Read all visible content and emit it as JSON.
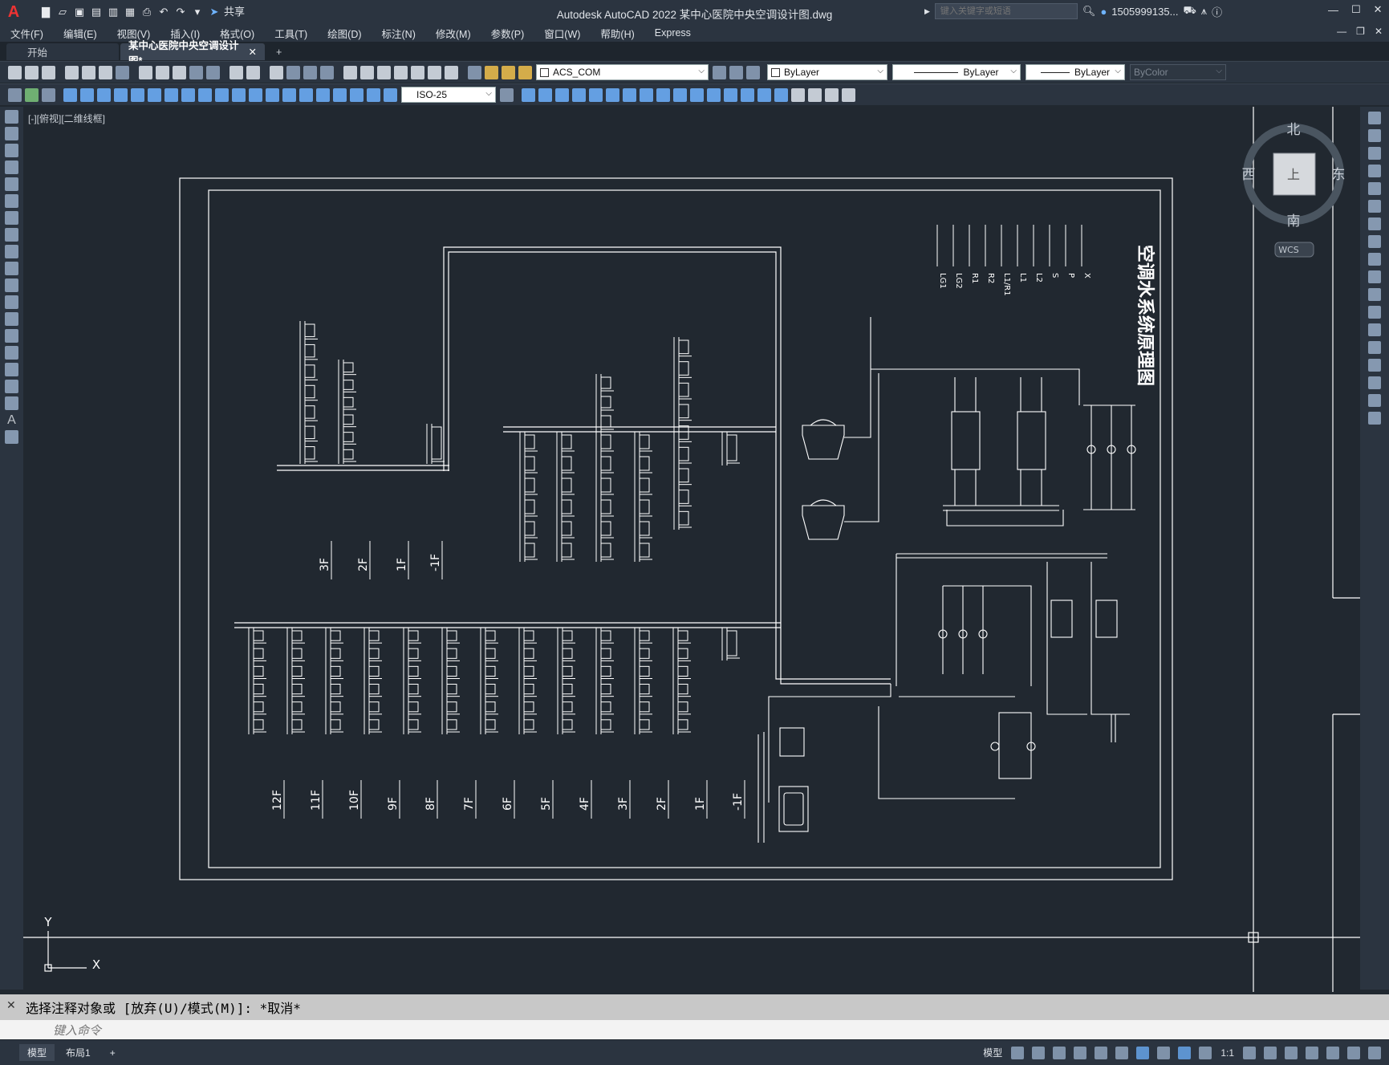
{
  "app": {
    "title": "Autodesk AutoCAD 2022    某中心医院中央空调设计图.dwg",
    "share_label": "共享",
    "search_placeholder": "键入关键字或短语",
    "user": "1505999135...",
    "logo": "A"
  },
  "menu": [
    "文件(F)",
    "编辑(E)",
    "视图(V)",
    "插入(I)",
    "格式(O)",
    "工具(T)",
    "绘图(D)",
    "标注(N)",
    "修改(M)",
    "参数(P)",
    "窗口(W)",
    "帮助(H)",
    "Express"
  ],
  "tabs": [
    {
      "label": "开始",
      "active": false
    },
    {
      "label": "某中心医院中央空调设计图*",
      "active": true
    }
  ],
  "toolbar": {
    "layer": "ACS_COM",
    "color": "ByLayer",
    "linetype": "ByLayer",
    "lineweight": "ByLayer",
    "plotstyle": "ByColor",
    "dimstyle": "ISO-25"
  },
  "viewport_label": "[-][俯视][二维线框]",
  "viewcube": {
    "north": "北",
    "south": "南",
    "east": "东",
    "west": "西",
    "top": "上",
    "wcs": "WCS"
  },
  "drawing": {
    "title": "空调水系统原理图",
    "legend": [
      "LG1",
      "LG2",
      "R1",
      "R2",
      "L1/R1",
      "L1",
      "L2",
      "S",
      "P",
      "X"
    ],
    "upper_floors": [
      "3F",
      "2F",
      "1F",
      "-1F"
    ],
    "lower_floors": [
      "12F",
      "11F",
      "10F",
      "9F",
      "8F",
      "7F",
      "6F",
      "5F",
      "4F",
      "3F",
      "2F",
      "1F",
      "-1F"
    ]
  },
  "ucs": {
    "x": "X",
    "y": "Y"
  },
  "command": {
    "history": "选择注释对象或 [放弃(U)/模式(M)]: *取消*",
    "placeholder": "键入命令"
  },
  "status": {
    "tabs": [
      {
        "label": "模型",
        "active": true
      },
      {
        "label": "布局1",
        "active": false
      }
    ],
    "model_label": "模型",
    "scale": "1:1"
  },
  "colors": {
    "background": "#212830",
    "chrome": "#2b3440",
    "accent": "#6fb3ff",
    "line": "#ffffff"
  }
}
